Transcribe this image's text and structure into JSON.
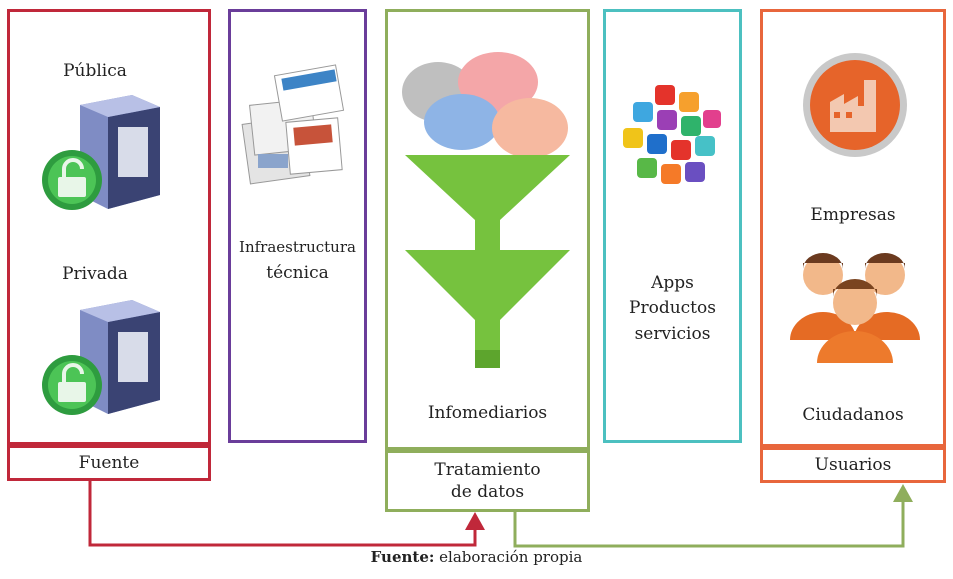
{
  "panels": {
    "fuente": {
      "items": [
        "Pública",
        "Privada"
      ],
      "caption": "Fuente",
      "color": "#c0283a"
    },
    "infraestructura": {
      "label_line1": "Infraestructura",
      "label_line2": "técnica",
      "color": "#6a3d9a"
    },
    "tratamiento": {
      "label": "Infomediarios",
      "caption_line1": "Tratamiento",
      "caption_line2": "de datos",
      "color": "#8fae5c"
    },
    "apps": {
      "line1": "Apps",
      "line2": "Productos",
      "line3": "servicios",
      "color": "#4cc0c0"
    },
    "usuarios": {
      "items": [
        "Empresas",
        "Ciudadanos"
      ],
      "caption": "Usuarios",
      "color": "#e8663c"
    }
  },
  "icons": [
    "server-lock-icon",
    "server-lock-icon",
    "webpages-icon",
    "funnel-filter-icon",
    "app-icons-cluster",
    "factory-icon",
    "people-group-icon"
  ],
  "footer": {
    "bold": "Fuente:",
    "text": " elaboración propia"
  },
  "arrow_colors": {
    "red": "#c0283a",
    "green": "#8fae5c"
  }
}
